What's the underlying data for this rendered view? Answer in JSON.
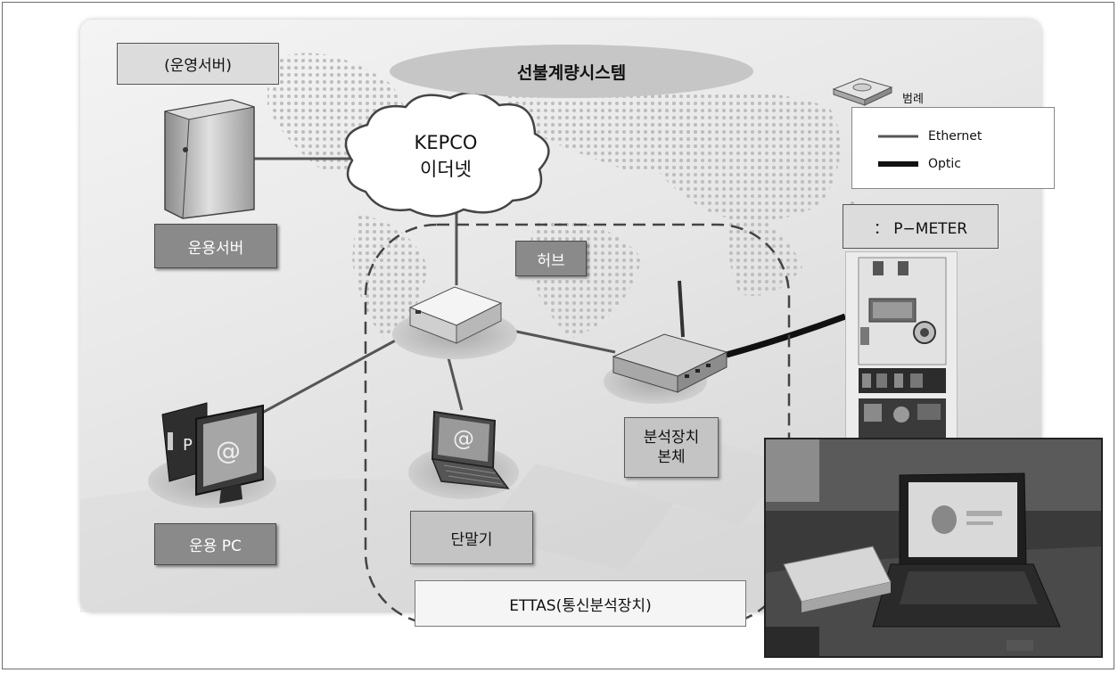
{
  "title": "선불계량시스템",
  "cloud": {
    "line1": "KEPCO",
    "line2": "이더넷"
  },
  "labels": {
    "ops_server_header": "(운영서버)",
    "ops_server": "운용서버",
    "hub": "허브",
    "ops_pc": "운용 PC",
    "terminal": "단말기",
    "analyzer": [
      "분석장치",
      "본체"
    ],
    "ettas": "ETTAS(통신분석장치)",
    "pmeter": "： P−METER"
  },
  "legend": {
    "title": "범례",
    "items": [
      {
        "label": "Ethernet",
        "style": "thin",
        "color": "#555555"
      },
      {
        "label": "Optic",
        "style": "thick",
        "color": "#111111"
      }
    ]
  },
  "icons": [
    "server-icon",
    "cloud-icon",
    "hub-device-icon",
    "desktop-pc-icon",
    "laptop-icon",
    "router-device-icon",
    "smart-meter-icon",
    "legend-device-icon",
    "photo-of-test-setup"
  ]
}
